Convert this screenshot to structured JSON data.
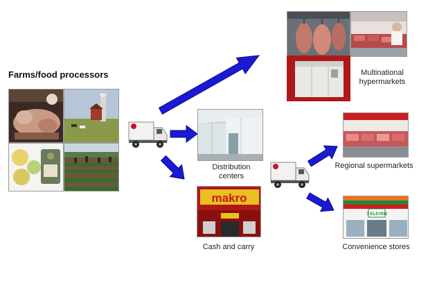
{
  "diagram": {
    "source_title": "Farms/food processors",
    "labels": {
      "distribution": "Distribution\ncenters",
      "cash_carry": "Cash and carry",
      "hypermarkets": "Multinational\nhypermarkets",
      "supermarkets": "Regional supermarkets",
      "convenience": "Convenience stores"
    },
    "signage": {
      "makro": "makro",
      "seven_eleven": "7-ELEVEN"
    },
    "colors": {
      "arrow_blue": "#1a1ad6",
      "arrow_outline": "#0a0a80"
    }
  }
}
